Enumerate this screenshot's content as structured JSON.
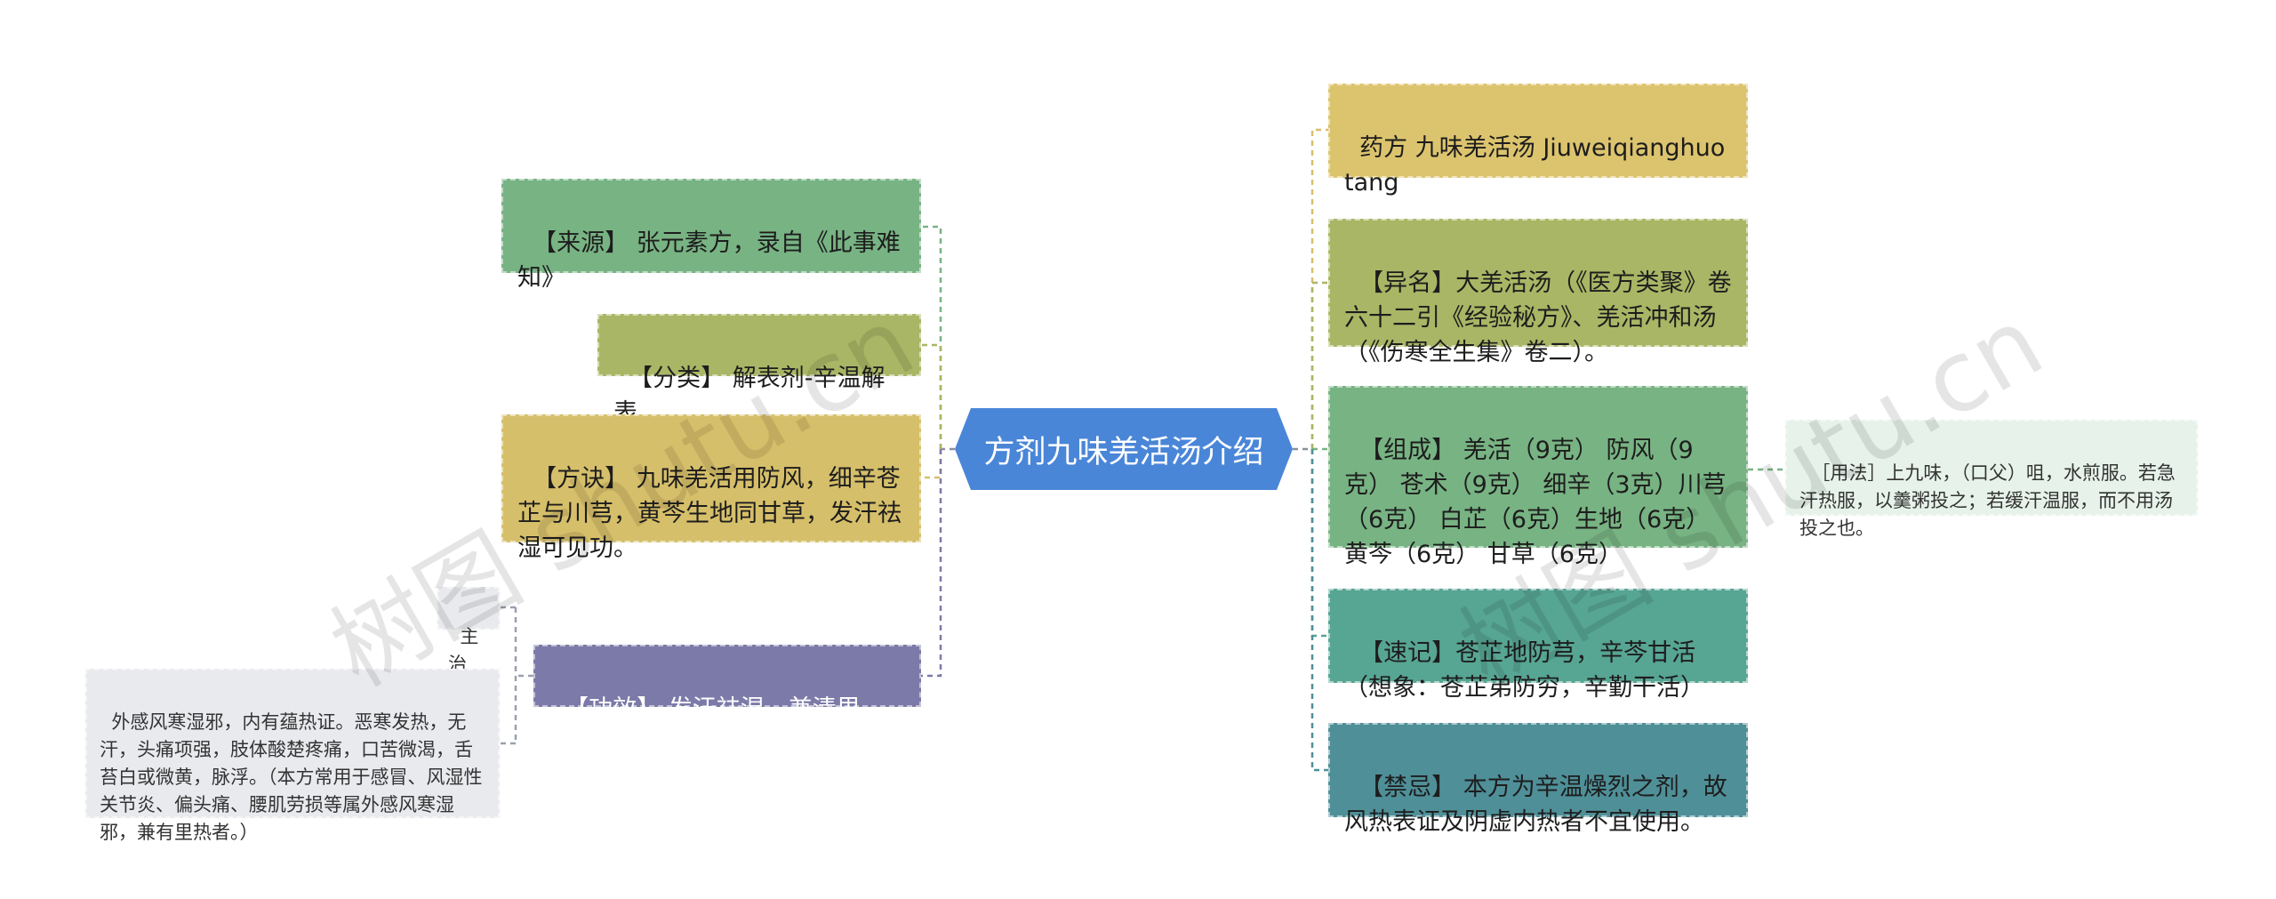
{
  "center": {
    "title": "方剂九味羌活汤介绍"
  },
  "left": {
    "source": "【来源】 张元素方，录自《此事难知》",
    "category": "【分类】 解表剂-辛温解表",
    "formula_song": "【方诀】 九味羌活用防风，细辛苍芷与川芎，黄芩生地同甘草，发汗祛湿可见功。",
    "efficacy": "【功效】 发汗祛湿，兼清里热。",
    "indication_label": "主治",
    "indication_text": "外感风寒湿邪，内有蕴热证。恶寒发热，无汗，头痛项强，肢体酸楚疼痛，口苦微渴，舌苔白或微黄，脉浮。（本方常用于感冒、风湿性关节炎、偏头痛、腰肌劳损等属外感风寒湿邪，兼有里热者。）"
  },
  "right": {
    "prescription": "药方 九味羌活汤 Jiuweiqianghuotang",
    "alias": "【异名】大羌活汤（《医方类聚》卷六十二引《经验秘方》、羌活冲和汤（《伤寒全生集》卷二）。",
    "composition": "【组成】 羌活（9克） 防风（9克） 苍术（9克） 细辛（3克）川芎（6克） 白芷（6克）生地（6克） 黄芩（6克） 甘草（6克）",
    "usage": "［用法］上九味，（口父）咀，水煎服。若急汗热服，以羹粥投之；若缓汗温服，而不用汤投之也。",
    "mnemonic": "【速记】苍芷地防芎，辛芩甘活（想象：苍芷弟防穷，辛勤干活）",
    "contraindication": "【禁忌】 本方为辛温燥烈之剂，故风热表证及阴虚内热者不宜使用。"
  },
  "watermark": {
    "text": "树图 shutu.cn"
  },
  "colors": {
    "center": "#4a86d8",
    "source": "#78b383",
    "category": "#a9b665",
    "formula_song": "#d6bf6a",
    "efficacy": "#7c7aa8",
    "gray": "#e9eaee",
    "prescription": "#dcc46e",
    "alias": "#a9b665",
    "composition": "#78b383",
    "usage": "#e6f2ea",
    "mnemonic": "#57a593",
    "contraindication": "#4f8f98"
  }
}
